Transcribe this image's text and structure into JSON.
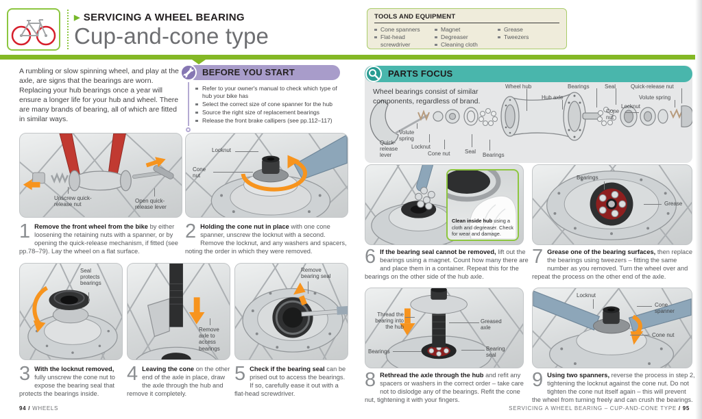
{
  "header": {
    "kicker": "SERVICING A WHEEL BEARING",
    "title": "Cup-and-cone type"
  },
  "tools": {
    "title": "TOOLS AND EQUIPMENT",
    "col1": [
      "Cone spanners",
      "Flat-head screwdriver"
    ],
    "col2": [
      "Magnet",
      "Degreaser",
      "Cleaning cloth"
    ],
    "col3": [
      "Grease",
      "Tweezers"
    ]
  },
  "intro": "A rumbling or slow spinning wheel, and play at the axle, are signs that the bearings are worn. Replacing your hub bearings once a year will ensure a longer life for your hub and wheel. There are many brands of bearing, all of which are fitted in similar ways.",
  "before_you_start": {
    "title": "BEFORE YOU START",
    "items": [
      "Refer to your owner's manual to check which type of hub your bike has",
      "Select the correct size of cone spanner for the hub",
      "Source the right size of replacement bearings",
      "Release the front brake callipers (see pp.112–117)"
    ]
  },
  "parts_focus": {
    "title": "PARTS FOCUS",
    "description": "Wheel bearings consist of similar components, regardless of brand.",
    "labels_top": [
      "Wheel hub",
      "Hub axle",
      "Bearings",
      "Seal",
      "Quick-release nut",
      "Volute spring",
      "Locknut",
      "Cone nut"
    ],
    "labels_bottom": [
      "Quick-release lever",
      "Volute spring",
      "Locknut",
      "Cone nut",
      "Seal",
      "Bearings"
    ]
  },
  "steps": [
    {
      "num": "1",
      "lead": "Remove the front wheel from the bike",
      "text": "by either loosening the retaining nuts with a spanner, or by opening the quick-release mechanism, if fitted (see pp.78–79). Lay the wheel on a flat surface.",
      "labels": [
        "Unscrew quick-release nut",
        "Open quick-release lever"
      ]
    },
    {
      "num": "2",
      "lead": "Holding the cone nut in place",
      "text": "with one cone spanner, unscrew the locknut with a second. Remove the locknut, and any washers and spacers, noting the order in which they were removed.",
      "labels": [
        "Locknut",
        "Cone nut"
      ]
    },
    {
      "num": "3",
      "lead": "With the locknut removed,",
      "text": "fully unscrew the cone nut to expose the bearing seal that protects the bearings inside.",
      "labels": [
        "Seal protects bearings"
      ]
    },
    {
      "num": "4",
      "lead": "Leaving the cone",
      "text": "on the other end of the axle in place, draw the axle through the hub and remove it completely.",
      "labels": [
        "Remove axle to access bearings"
      ]
    },
    {
      "num": "5",
      "lead": "Check if the bearing seal",
      "text": "can be prised out to access the bearings. If so, carefully ease it out with a flat-head screwdriver.",
      "labels": [
        "Remove bearing seal"
      ]
    },
    {
      "num": "6",
      "lead": "If the bearing seal cannot be removed,",
      "text": "lift out the bearings using a magnet. Count how many there are and place them in a container. Repeat this for the bearings on the other side of the hub axle.",
      "labels": []
    },
    {
      "num": "7",
      "lead": "Grease one of the bearing surfaces,",
      "text": "then replace the bearings using tweezers – fitting the same number as you removed. Turn the wheel over and repeat the process on the other end of the axle.",
      "labels": [
        "Bearings",
        "Grease"
      ]
    },
    {
      "num": "8",
      "lead": "Rethread the axle through the hub",
      "text": "and refit any spacers or washers in the correct order – take care not to dislodge any of the bearings. Refit the cone nut, tightening it with your fingers.",
      "labels": [
        "Thread the bearing into the hub",
        "Greased axle",
        "Bearings",
        "Bearing seal"
      ]
    },
    {
      "num": "9",
      "lead": "Using two spanners,",
      "text": "reverse the process in step 2, tightening the locknut against the cone nut. Do not tighten the cone nut itself again – this will prevent the wheel from turning freely and can crush the bearings.",
      "labels": [
        "Locknut",
        "Cone spanner",
        "Cone nut"
      ]
    }
  ],
  "callout": {
    "lead": "Clean inside hub",
    "text": "using a cloth and degreaser. Check for wear and damage."
  },
  "footer": {
    "left_bold": "94 /",
    "left": "WHEELS",
    "right": "SERVICING A WHEEL BEARING – CUP-AND-CONE TYPE",
    "right_bold": "/ 95"
  }
}
